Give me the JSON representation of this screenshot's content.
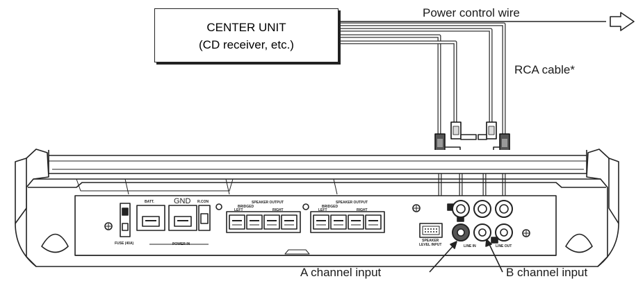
{
  "center_unit": {
    "title": "CENTER UNIT",
    "subtitle": "(CD receiver, etc.)"
  },
  "wires": {
    "power_control": "Power control wire",
    "rca_cable": "RCA cable*"
  },
  "callouts": {
    "a_channel": "A channel input",
    "b_channel": "B channel input"
  },
  "amp_labels": {
    "batt": "BATT.",
    "gnd": "GND",
    "rcon": "R.CON",
    "fuse": "FUSE (40A)",
    "power_in": "POWER IN",
    "speaker_output_a": "SPEAKER OUTPUT",
    "speaker_output_b": "SPEAKER OUTPUT",
    "bridged_a": "BRIDGED",
    "bridged_b": "BRIDGED",
    "left_a": "LEFT",
    "right_a": "RIGHT",
    "left_b": "LEFT",
    "right_b": "RIGHT",
    "speaker_level_input": "SPEAKER\nLEVEL INPUT",
    "line_in": "LINE IN",
    "line_out": "LINE OUT"
  }
}
